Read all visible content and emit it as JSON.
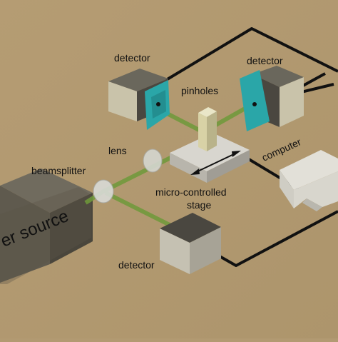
{
  "diagram": {
    "labels": {
      "laser_source": "er source",
      "beamsplitter": "beamsplitter",
      "lens": "lens",
      "pinholes": "pinholes",
      "detector_top_left": "detector",
      "detector_top_right": "detector",
      "detector_bottom": "detector",
      "computer": "computer",
      "stage_line1": "micro-controlled",
      "stage_line2": "stage"
    },
    "colors": {
      "background": "#b29a72",
      "wire": "#111111",
      "beam": "#6f9a3a",
      "pinhole_panel": "#2aa6a8",
      "detector_dark": "#3c3c3a",
      "detector_light": "#c8c3ae",
      "device_grey": "#d8d6ce"
    }
  }
}
